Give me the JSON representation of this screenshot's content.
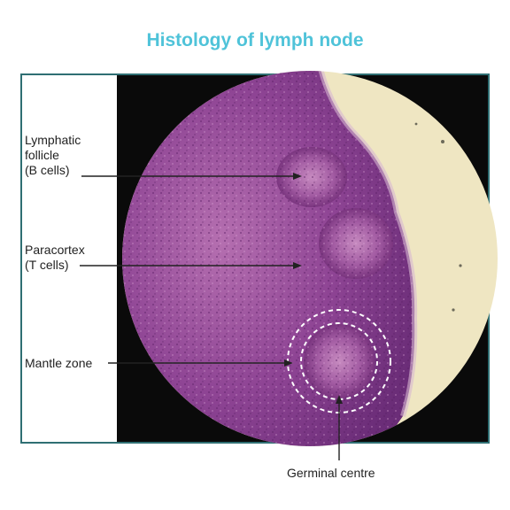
{
  "title": "Histology of lymph node",
  "labels": {
    "lymphatic_follicle": "Lymphatic\nfollicle\n(B cells)",
    "paracortex": "Paracortex\n(T cells)",
    "mantle_zone": "Mantle zone",
    "germinal_centre": "Germinal centre"
  },
  "colors": {
    "title": "#4fc3d9",
    "frame": "#2f6f73",
    "tissue": "#8a3f8c",
    "capsule": "#efe6c2",
    "arrow": "#222222"
  }
}
